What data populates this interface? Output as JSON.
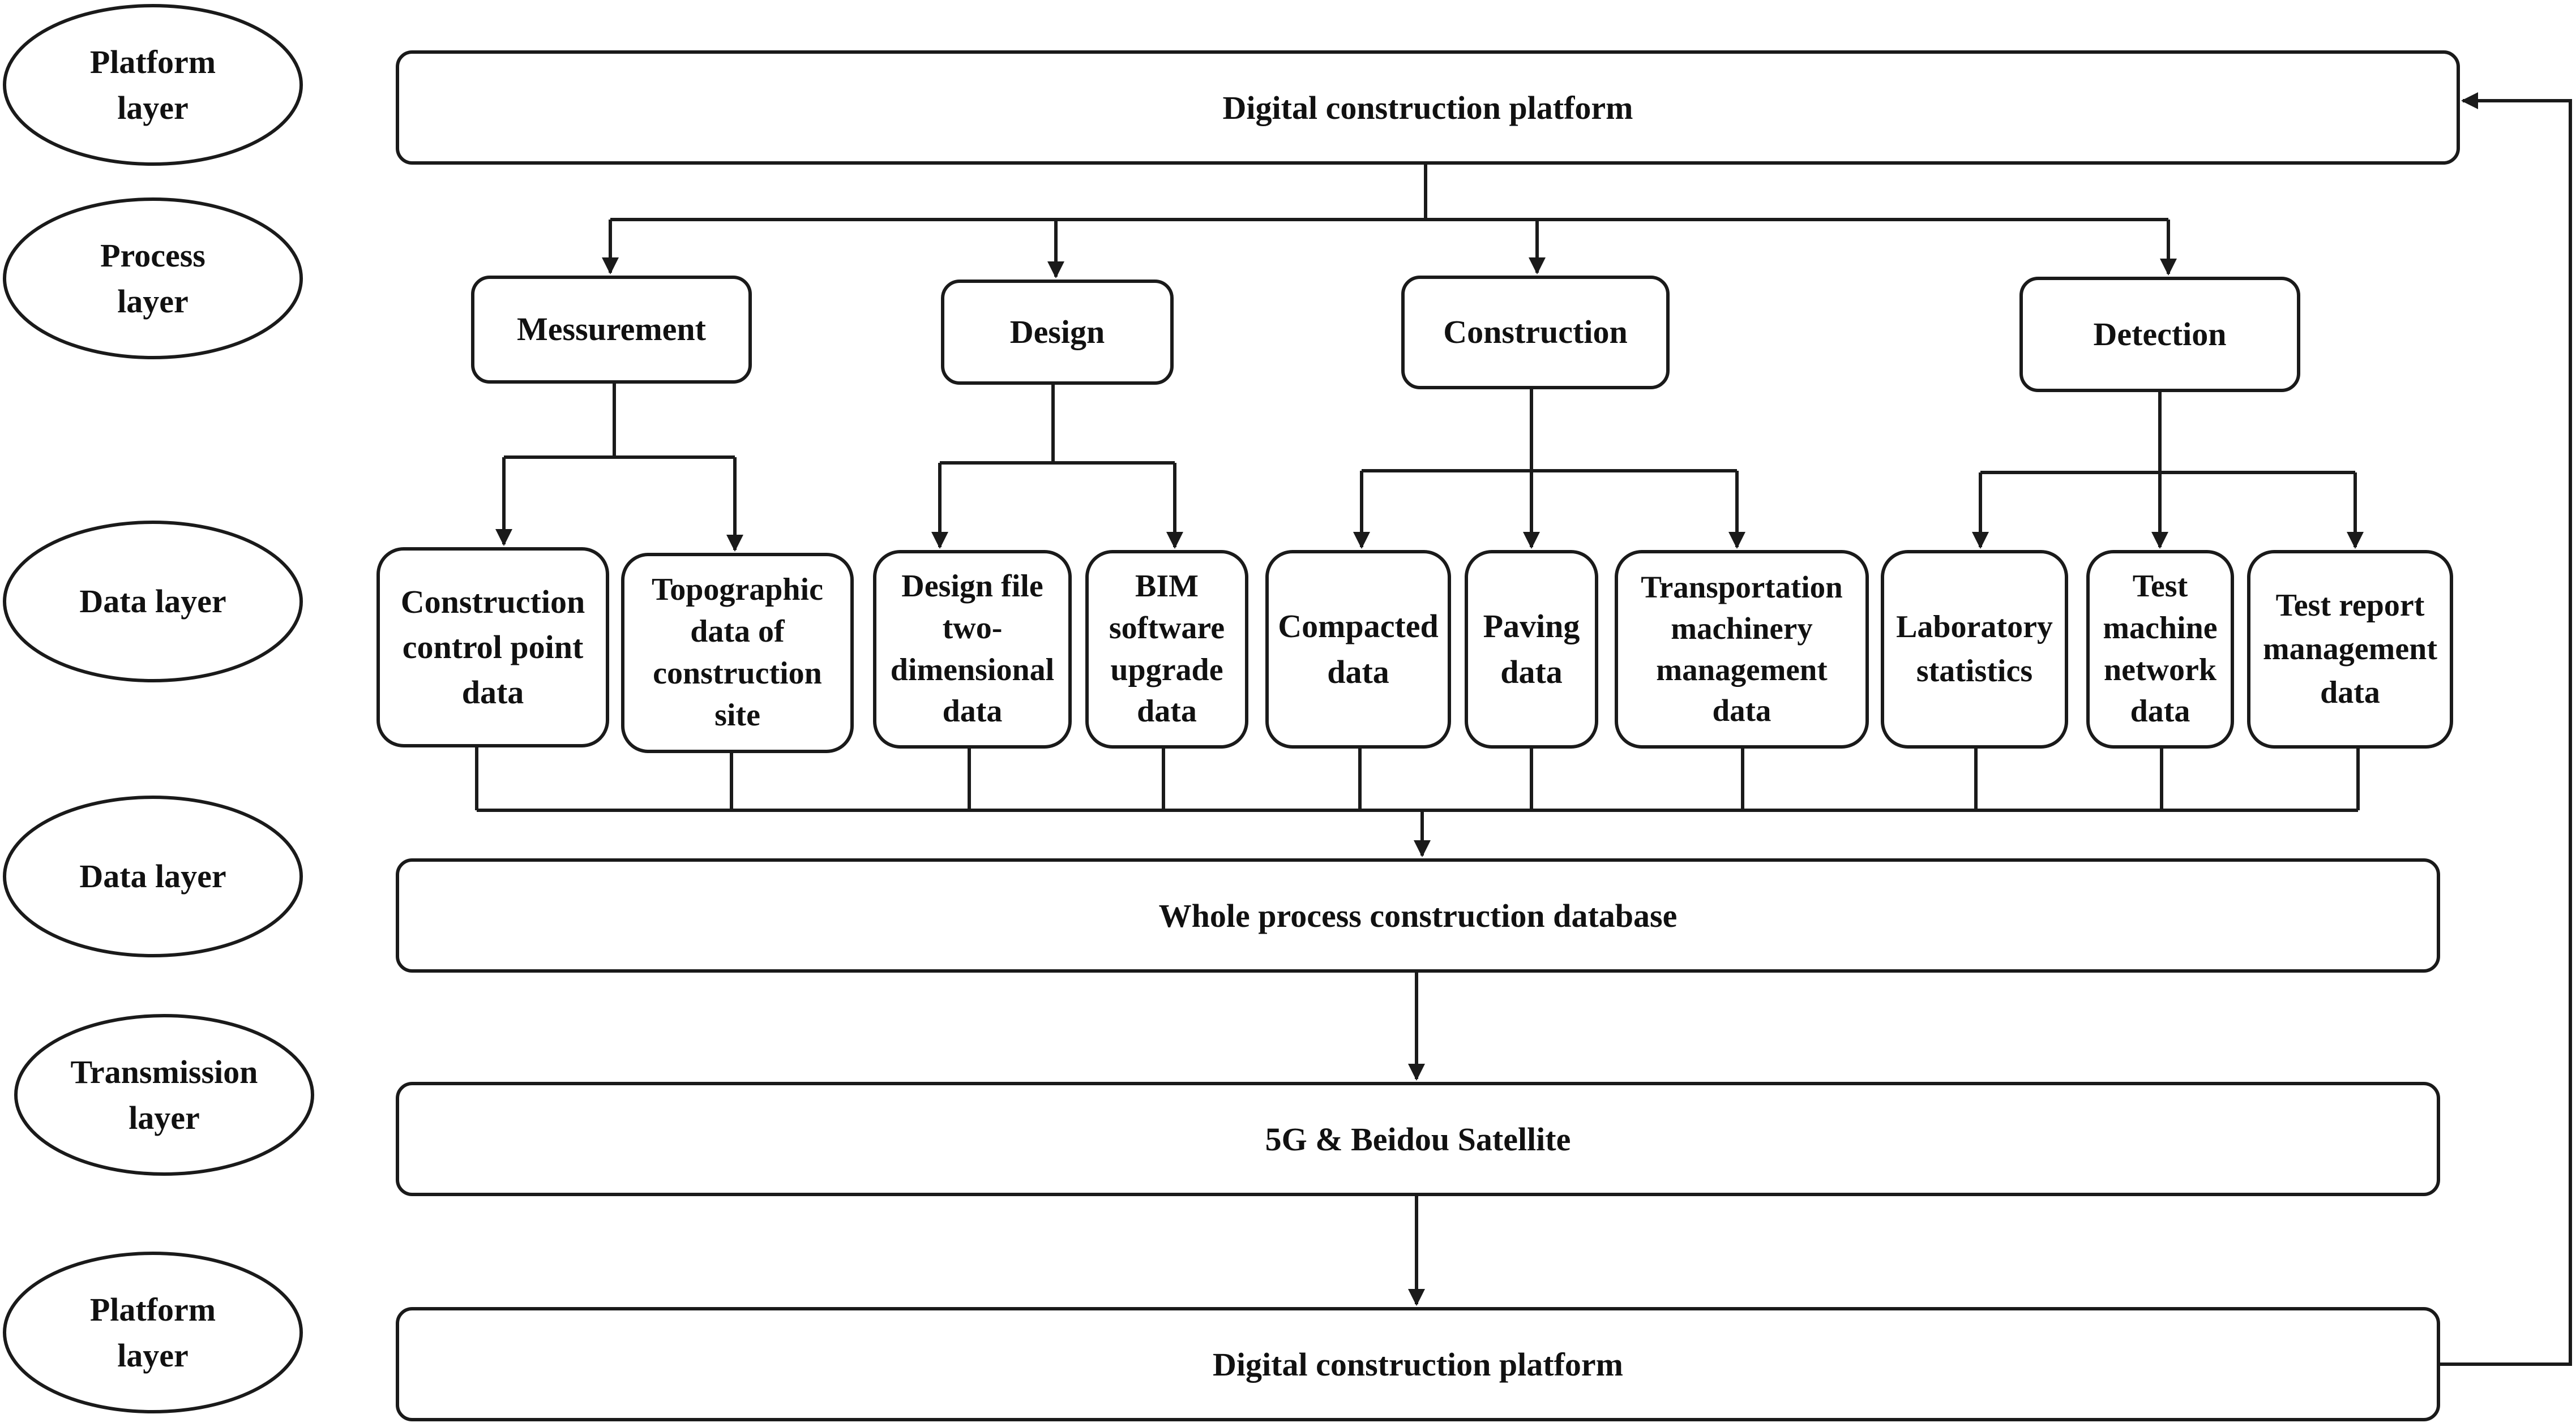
{
  "layers": {
    "platform_top": "Platform\nlayer",
    "process": "Process\nlayer",
    "data_1": "Data layer",
    "data_2": "Data layer",
    "transmission": "Transmission\nlayer",
    "platform_bottom": "Platform\nlayer"
  },
  "platform_top": "Digital construction platform",
  "processes": {
    "measurement": "Messurement",
    "design": "Design",
    "construction": "Construction",
    "detection": "Detection"
  },
  "data_items": {
    "construction_control_point": "Construction\ncontrol point\ndata",
    "topographic": "Topographic\ndata of\nconstruction\nsite",
    "design_file": "Design file\ntwo-\ndimensional\ndata",
    "bim": "BIM\nsoftware\nupgrade\ndata",
    "compacted": "Compacted\ndata",
    "paving": "Paving\ndata",
    "transportation": "Transportation\nmachinery\nmanagement\ndata",
    "laboratory": "Laboratory\nstatistics",
    "test_machine": "Test\nmachine\nnetwork\ndata",
    "test_report": "Test report\nmanagement\ndata"
  },
  "database": "Whole process construction database",
  "transmission": "5G & Beidou Satellite",
  "platform_bottom": "Digital construction platform",
  "colors": {
    "stroke": "#1a1a1a",
    "background": "#ffffff",
    "text": "#111111"
  }
}
